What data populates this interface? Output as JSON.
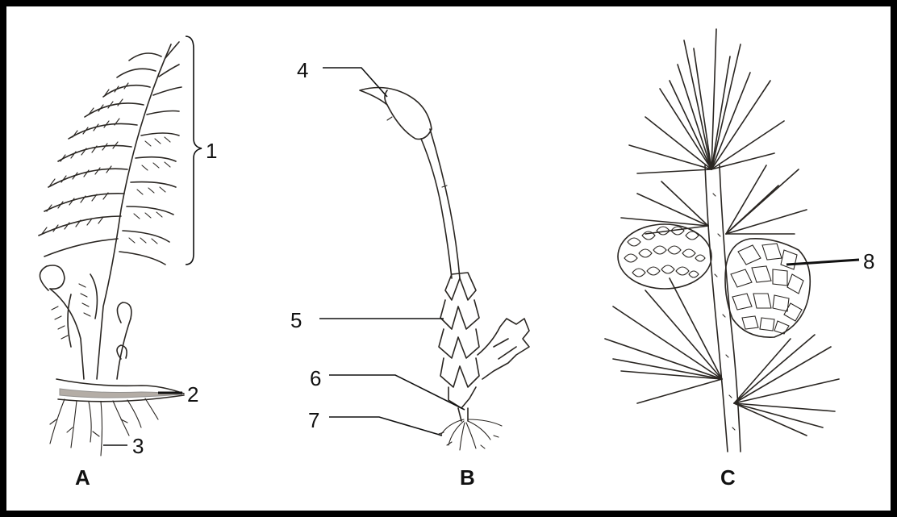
{
  "figure": {
    "panels": [
      {
        "id": "fern",
        "letter": "A"
      },
      {
        "id": "moss",
        "letter": "B"
      },
      {
        "id": "pine",
        "letter": "C"
      }
    ],
    "callouts": [
      "1",
      "2",
      "3",
      "4",
      "5",
      "6",
      "7",
      "8"
    ]
  }
}
